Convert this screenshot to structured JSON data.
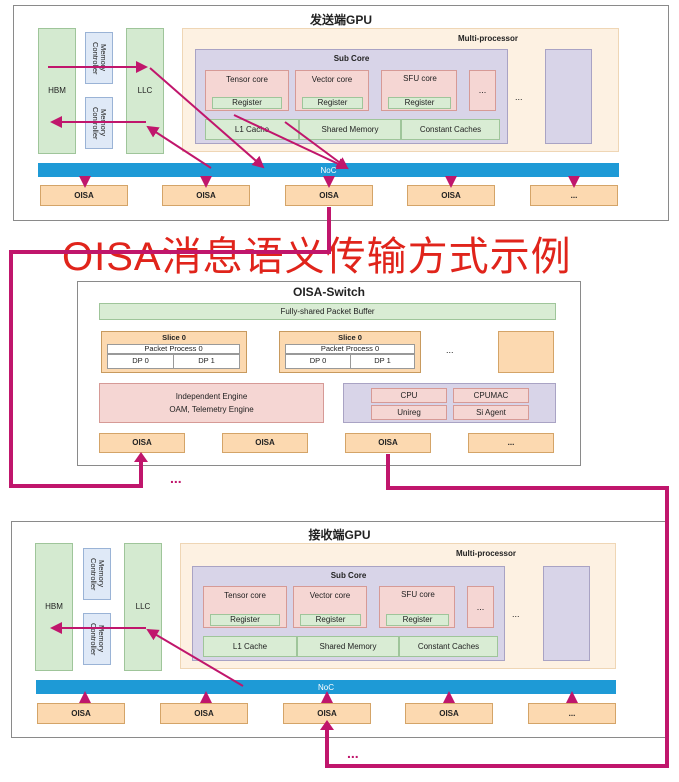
{
  "banner": "OISA消息语义传输方式示例",
  "sender": {
    "title": "发送端GPU",
    "hbm": "HBM",
    "mem_ctrl": "Memory Controller",
    "llc": "LLC",
    "multiprocessor": "Multi-processor",
    "subcore": "Sub Core",
    "tensor": "Tensor core",
    "vector": "Vector core",
    "sfu": "SFU core",
    "register": "Register",
    "l1": "L1 Cache",
    "shared": "Shared Memory",
    "constant": "Constant Caches",
    "noc": "NoC",
    "oisa": "OISA",
    "ellipsis": "..."
  },
  "switch": {
    "title": "OISA-Switch",
    "buffer": "Fully-shared Packet Buffer",
    "slice0": "Slice 0",
    "packet_process": "Packet Process 0",
    "dp0": "DP 0",
    "dp1": "DP 1",
    "engine_line1": "Independent Engine",
    "engine_line2": "OAM, Telemetry Engine",
    "cpu": "CPU",
    "cpumac": "CPUMAC",
    "unireg": "Unireg",
    "si_agent": "Si Agent",
    "oisa": "OISA",
    "ellipsis": "..."
  },
  "receiver": {
    "title": "接收端GPU",
    "hbm": "HBM",
    "mem_ctrl": "Memory Controller",
    "llc": "LLC",
    "multiprocessor": "Multi-processor",
    "subcore": "Sub Core",
    "tensor": "Tensor core",
    "vector": "Vector core",
    "sfu": "SFU core",
    "register": "Register",
    "l1": "L1 Cache",
    "shared": "Shared Memory",
    "constant": "Constant Caches",
    "noc": "NoC",
    "oisa": "OISA",
    "ellipsis": "..."
  },
  "link_dots": "...",
  "colors": {
    "arrow": "#c0166c",
    "noc": "#1e9ad6",
    "banner": "#e0241b"
  }
}
